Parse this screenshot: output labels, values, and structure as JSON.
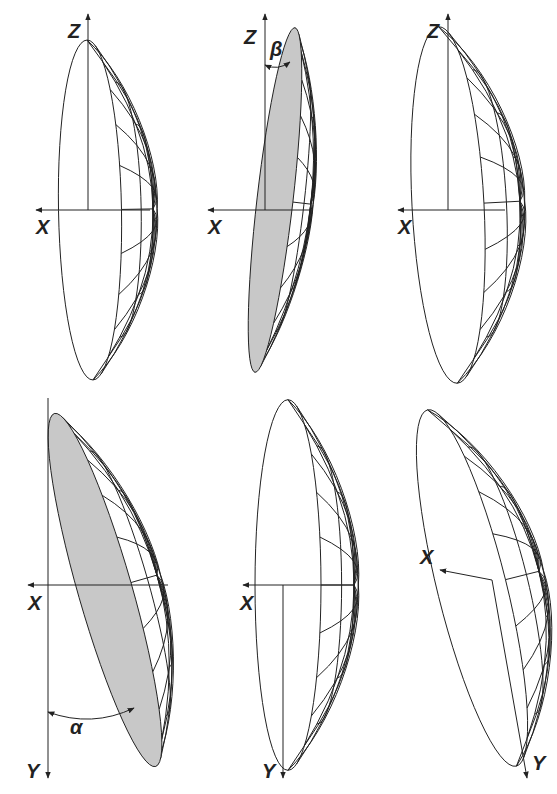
{
  "diagram": {
    "labels": [
      "Z",
      "X",
      "Z",
      "β",
      "X",
      "Z",
      "X",
      "X",
      "α",
      "Y",
      "X",
      "Y",
      "X",
      "Y"
    ]
  }
}
